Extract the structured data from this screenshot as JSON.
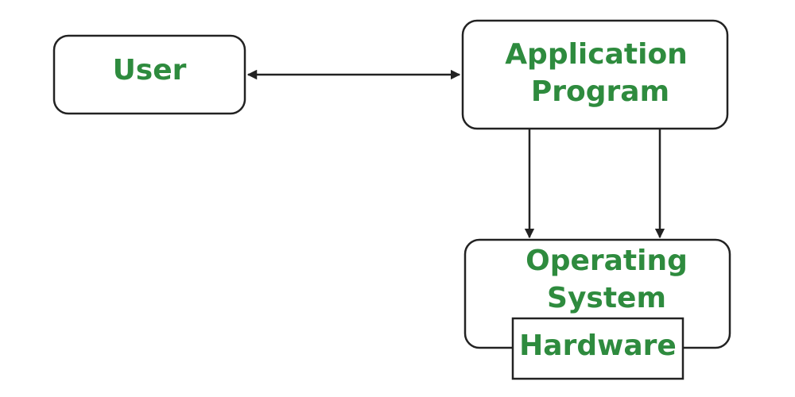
{
  "colors": {
    "label": "#2e8b3e",
    "line": "#222222",
    "background": "#ffffff"
  },
  "nodes": {
    "user": {
      "label": "User"
    },
    "application_program": {
      "line1": "Application",
      "line2": "Program"
    },
    "operating_system": {
      "line1": "Operating",
      "line2": "System"
    },
    "hardware": {
      "label": "Hardware"
    }
  },
  "edges": [
    {
      "from": "user",
      "to": "application_program",
      "direction": "both"
    },
    {
      "from": "application_program",
      "to": "operating_system",
      "direction": "forward"
    },
    {
      "from": "application_program",
      "to": "operating_system",
      "direction": "forward"
    }
  ]
}
